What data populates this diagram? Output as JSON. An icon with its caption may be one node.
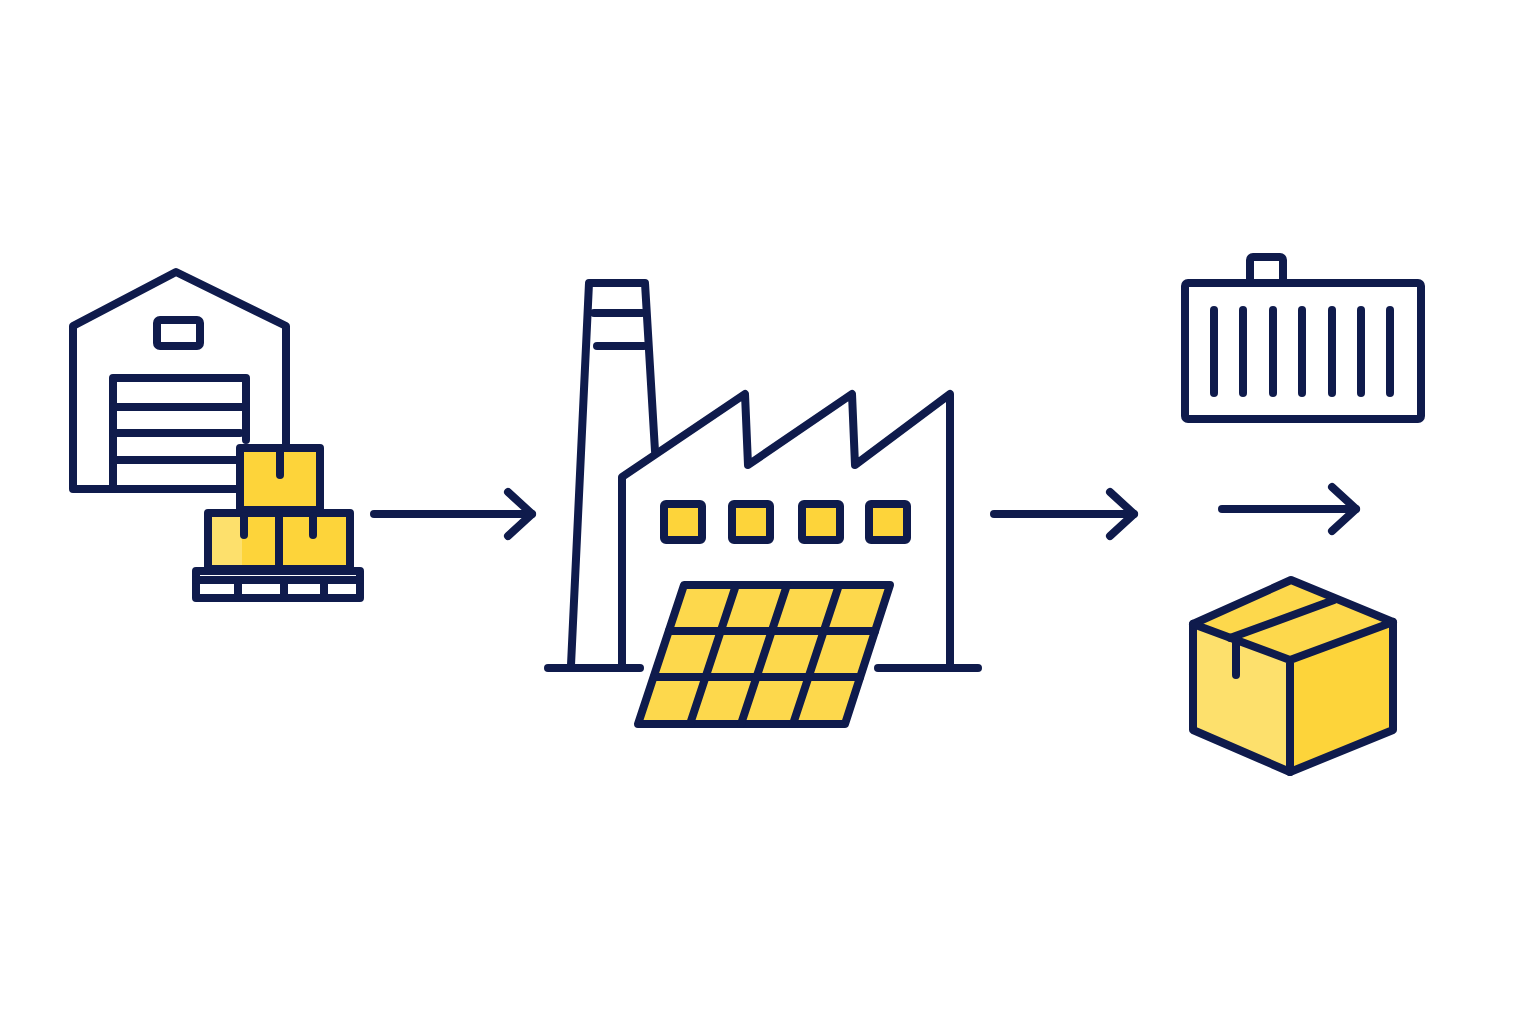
{
  "diagram": {
    "nodes": [
      {
        "text": [],
        "shape": "picture"
      },
      {
        "text": [],
        "shape": "picture"
      },
      {
        "text": [],
        "shape": "picture"
      },
      {
        "text": [],
        "shape": "picture"
      }
    ],
    "edges": [
      {
        "from": 0,
        "to": 1,
        "arrow": "to"
      },
      {
        "from": 1,
        "to": null,
        "arrow": "to"
      }
    ]
  }
}
